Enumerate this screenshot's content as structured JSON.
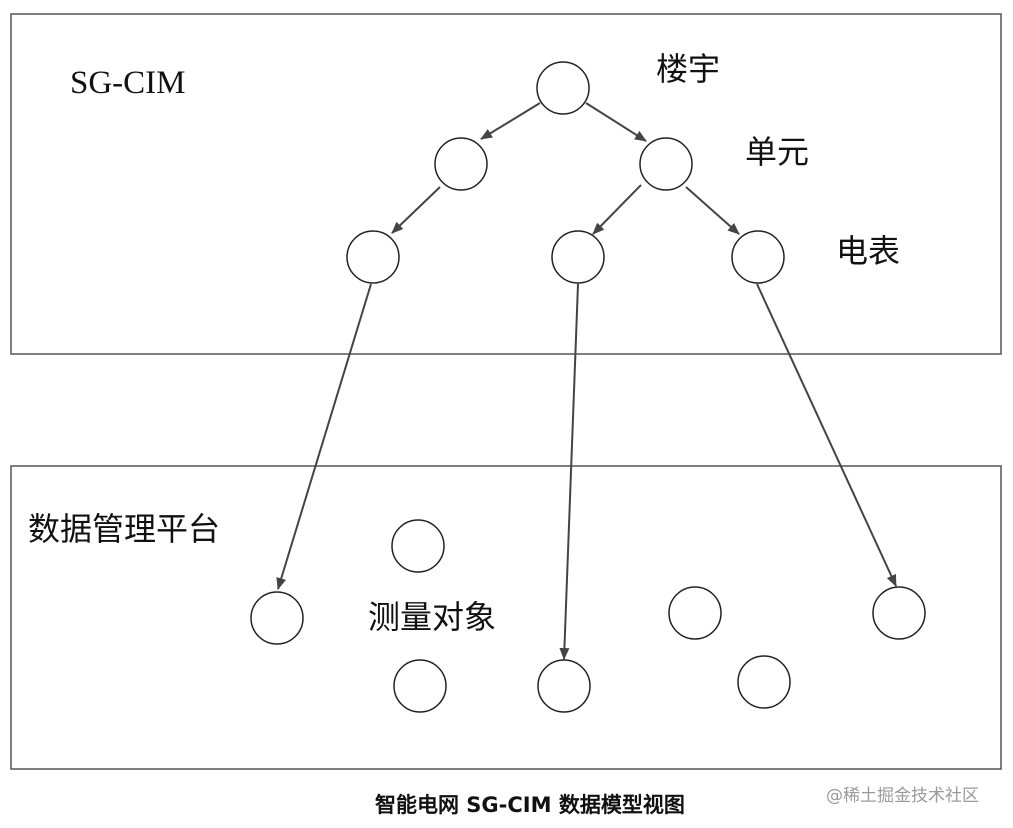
{
  "top_panel": {
    "title": "SG-CIM",
    "level_labels": {
      "building": "楼宇",
      "unit": "单元",
      "meter": "电表"
    }
  },
  "bottom_panel": {
    "title": "数据管理平台",
    "objects_label": "测量对象"
  },
  "caption": "智能电网 SG-CIM 数据模型视图",
  "watermark": "@稀土掘金技术社区"
}
